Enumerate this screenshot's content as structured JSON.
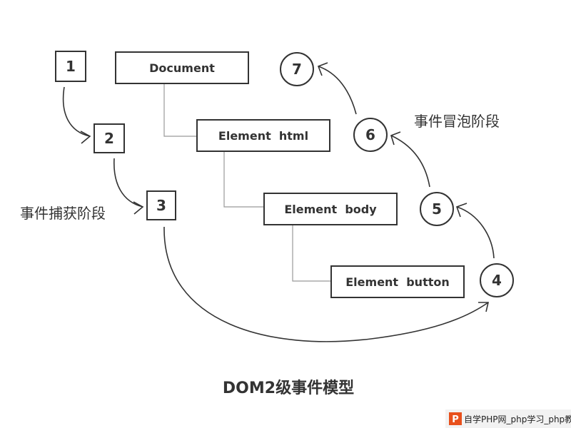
{
  "nodes": {
    "document": "Document",
    "html": "Element  html",
    "body": "Element  body",
    "button": "Element  button"
  },
  "steps": {
    "s1": "1",
    "s2": "2",
    "s3": "3",
    "s4": "4",
    "s5": "5",
    "s6": "6",
    "s7": "7"
  },
  "phases": {
    "capture": "事件捕获阶段",
    "bubble": "事件冒泡阶段"
  },
  "title": "DOM2级事件模型",
  "watermark": {
    "icon": "P",
    "text": "自学PHP网_php学习_php教"
  }
}
